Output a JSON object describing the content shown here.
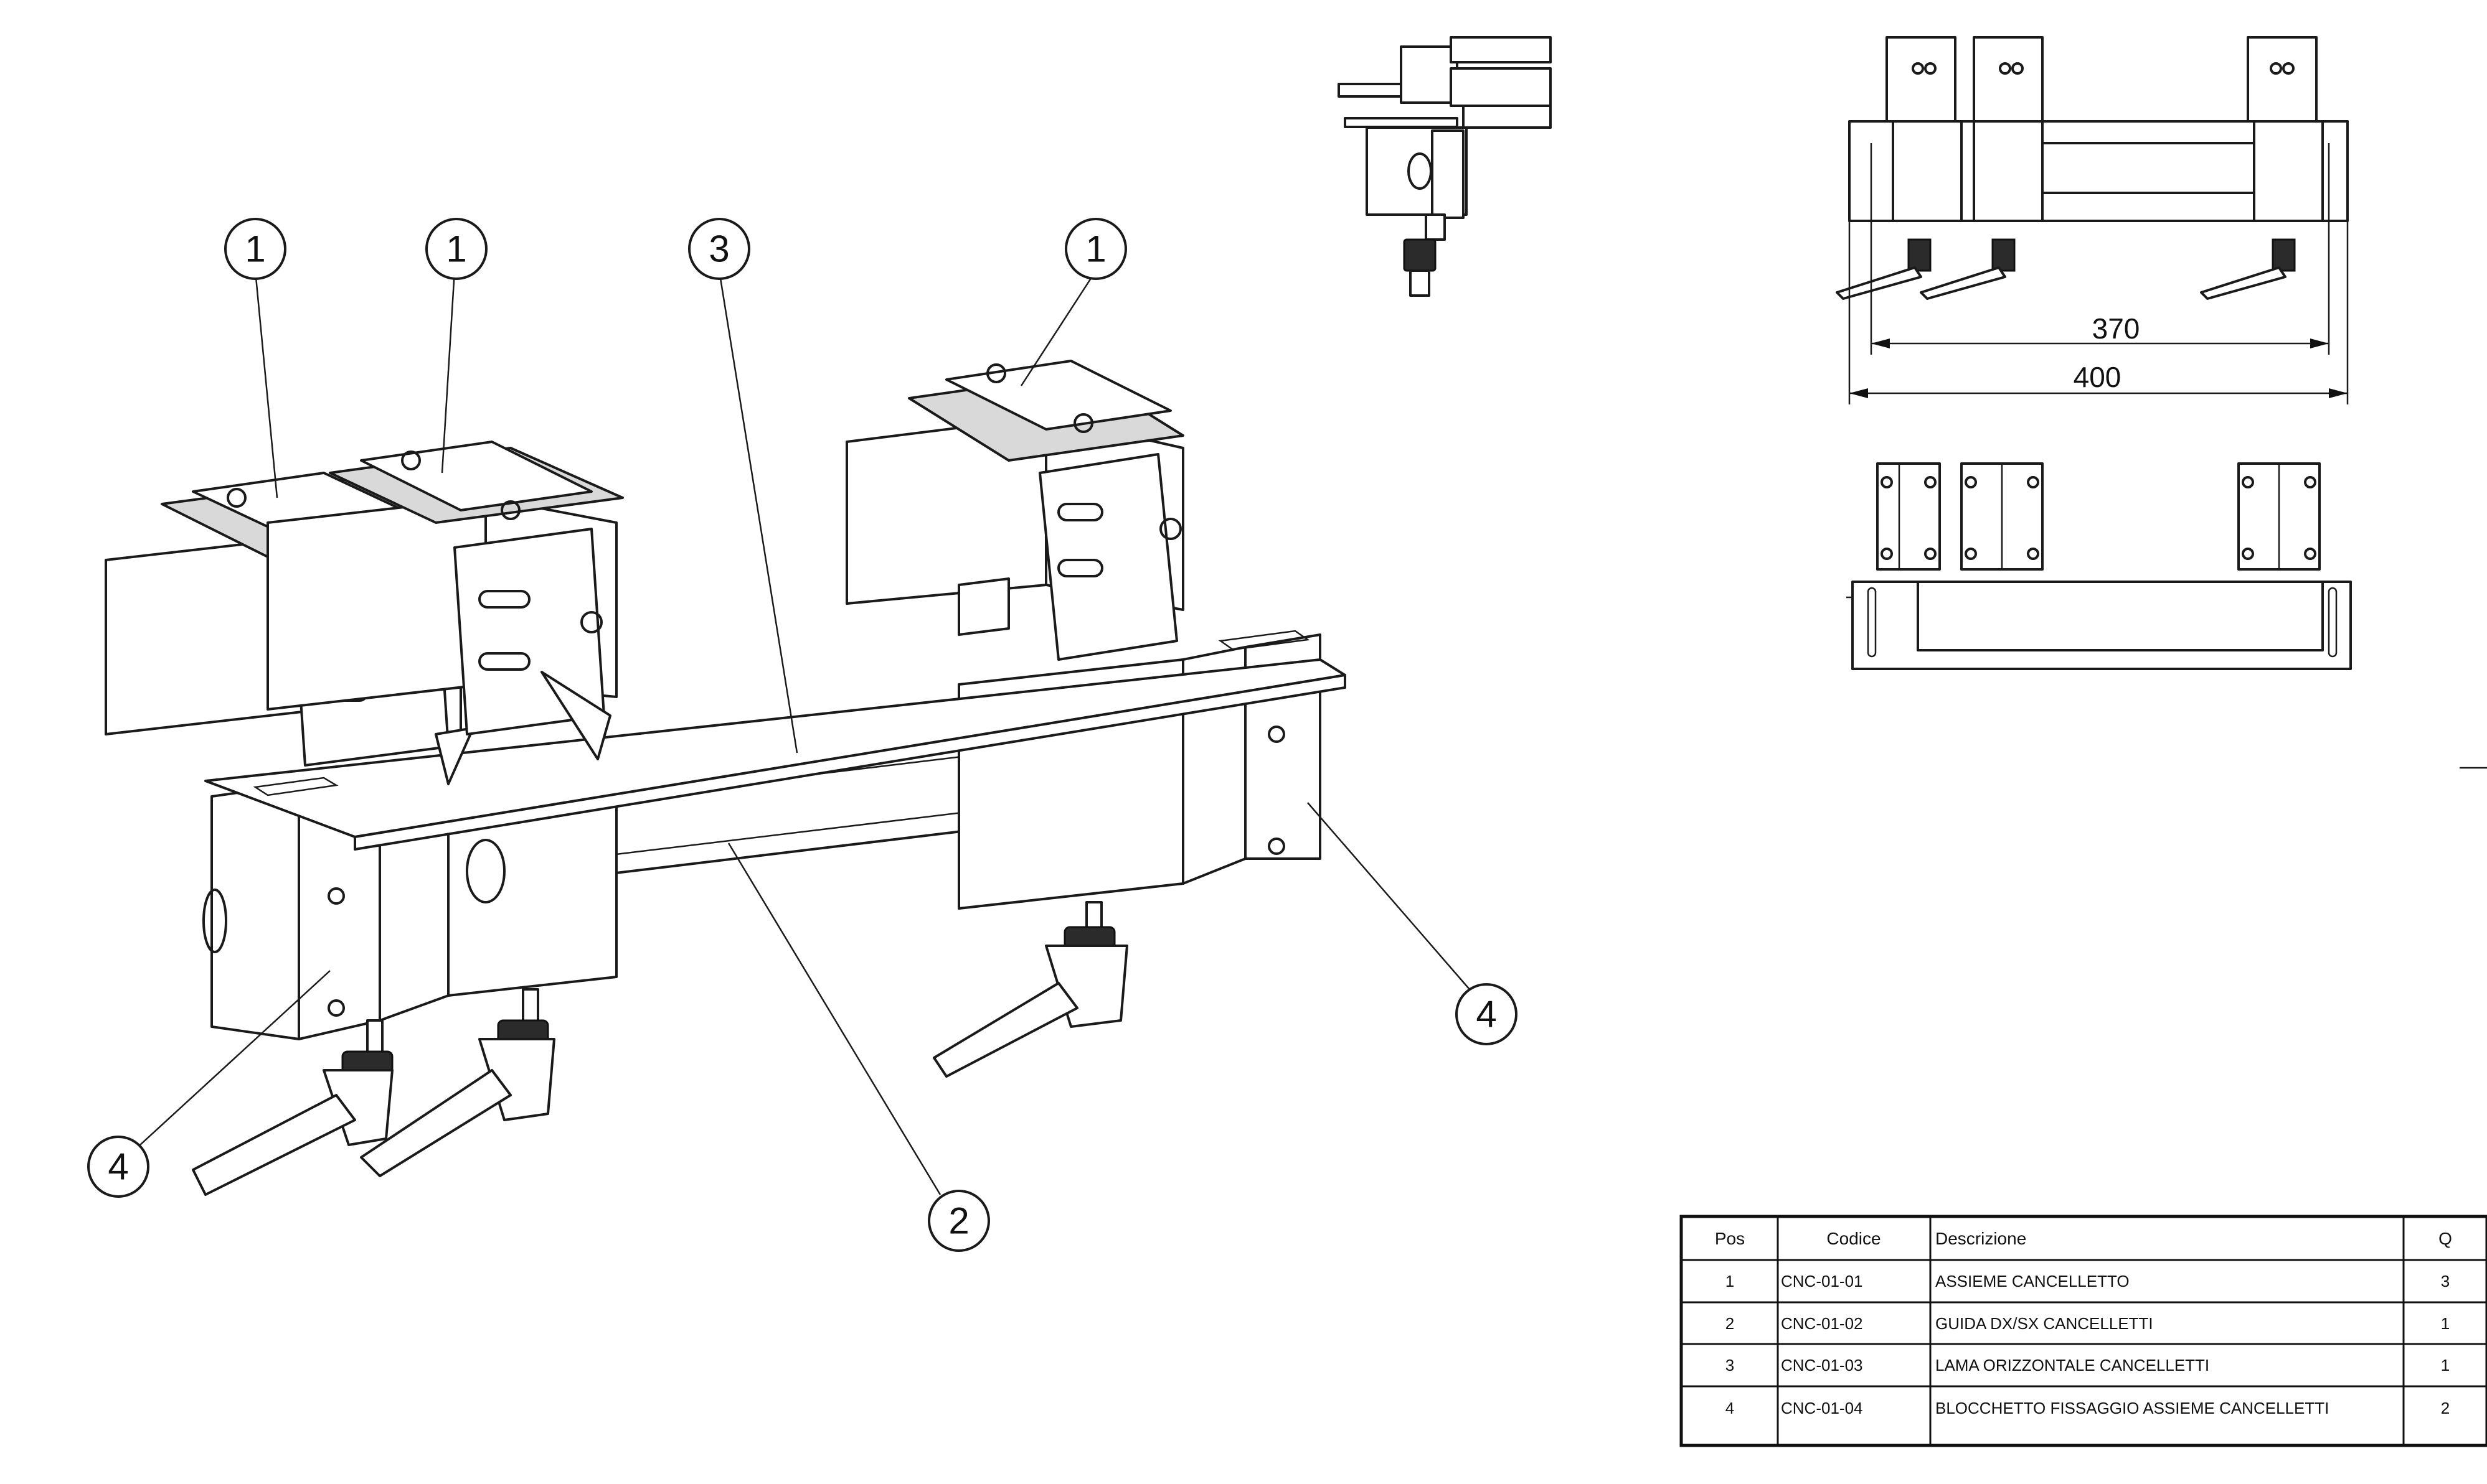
{
  "drawing": {
    "balloons": [
      {
        "id": "b1a",
        "label": "1"
      },
      {
        "id": "b1b",
        "label": "1"
      },
      {
        "id": "b3",
        "label": "3"
      },
      {
        "id": "b1c",
        "label": "1"
      },
      {
        "id": "b4r",
        "label": "4"
      },
      {
        "id": "b4l",
        "label": "4"
      },
      {
        "id": "b2",
        "label": "2"
      }
    ],
    "dimensions": {
      "inner": "370",
      "outer": "400"
    }
  },
  "bom": {
    "headers": {
      "pos": "Pos",
      "code": "Codice",
      "desc": "Descrizione",
      "qty": "Q"
    },
    "rows": [
      {
        "pos": "1",
        "code": "CNC-01-01",
        "desc": "ASSIEME CANCELLETTO",
        "qty": "3"
      },
      {
        "pos": "2",
        "code": "CNC-01-02",
        "desc": "GUIDA DX/SX CANCELLETTI",
        "qty": "1"
      },
      {
        "pos": "3",
        "code": "CNC-01-03",
        "desc": "LAMA ORIZZONTALE CANCELLETTI",
        "qty": "1"
      },
      {
        "pos": "4",
        "code": "CNC-01-04",
        "desc": "BLOCCHETTO FISSAGGIO ASSIEME CANCELLETTI",
        "qty": "2"
      }
    ]
  }
}
